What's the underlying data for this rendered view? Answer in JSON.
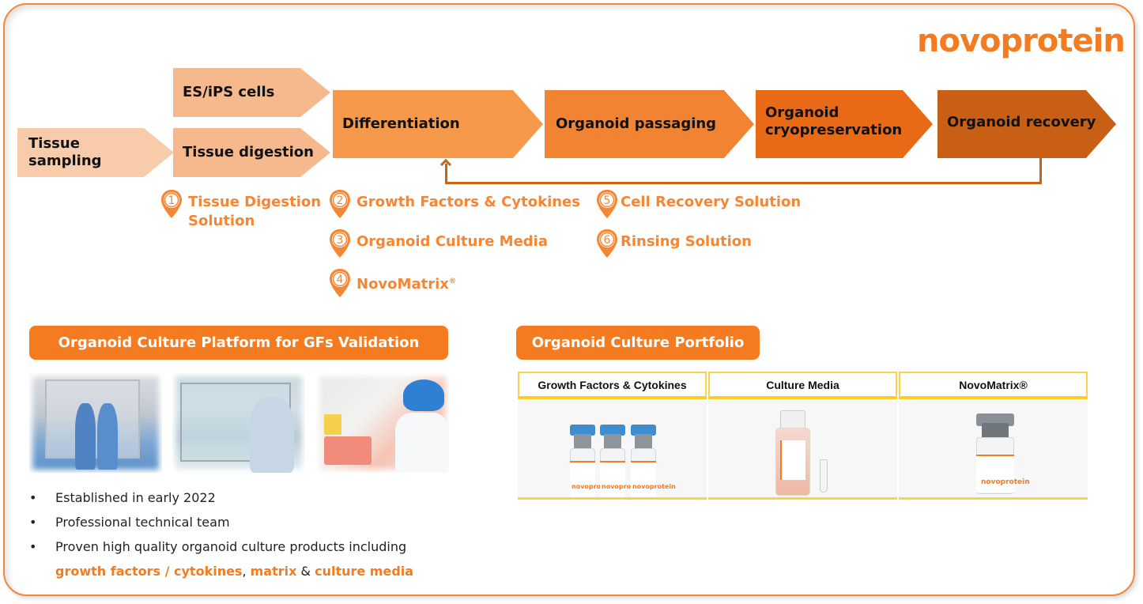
{
  "brand": {
    "logo_text": "novoprotein",
    "accent_color": "#f47b20"
  },
  "workflow": {
    "steps": [
      {
        "id": "tissue-sampling",
        "label": "Tissue sampling",
        "color": "#f8ccaa"
      },
      {
        "id": "es-ips-cells",
        "label": "ES/iPS cells",
        "color": "#f6b98d"
      },
      {
        "id": "tissue-digestion",
        "label": "Tissue digestion",
        "color": "#f6b98d"
      },
      {
        "id": "differentiation",
        "label": "Differentiation",
        "color": "#f7994a"
      },
      {
        "id": "organoid-passaging",
        "label": "Organoid passaging",
        "color": "#f08432"
      },
      {
        "id": "organoid-cryopreservation",
        "label": "Organoid cryopreservation",
        "color": "#e86a17"
      },
      {
        "id": "organoid-recovery",
        "label": "Organoid recovery",
        "color": "#c95f14"
      }
    ],
    "feedback_arrow": {
      "from": "Organoid recovery",
      "to": "Differentiation"
    }
  },
  "products": [
    {
      "num": "1",
      "label": "Tissue Digestion Solution",
      "line1": "Tissue Digestion",
      "line2": "Solution"
    },
    {
      "num": "2",
      "label": "Growth Factors & Cytokines"
    },
    {
      "num": "3",
      "label": "Organoid Culture Media"
    },
    {
      "num": "4",
      "label": "NovoMatrix",
      "mark": "®"
    },
    {
      "num": "5",
      "label": "Cell Recovery Solution"
    },
    {
      "num": "6",
      "label": "Rinsing Solution"
    }
  ],
  "platform": {
    "title": "Organoid Culture Platform for GFs Validation",
    "photos": [
      "cleanroom-staff-photo",
      "biosafety-cabinet-photo",
      "lab-pipetting-photo"
    ],
    "bullets": [
      "Established in early 2022",
      "Professional technical team",
      "Proven high quality organoid culture products including"
    ],
    "highlight_line": {
      "part1": "growth factors / cytokines",
      "sep1": ", ",
      "part2": "matrix",
      "sep2": " & ",
      "part3": "culture media"
    }
  },
  "portfolio": {
    "title": "Organoid Culture Portfolio",
    "columns": [
      {
        "title": "Growth Factors & Cytokines",
        "image": "three-vials-blue-caps"
      },
      {
        "title": "Culture Media",
        "image": "media-bottle-and-tube"
      },
      {
        "title": "NovoMatrix®",
        "image": "single-vial-grey-cap"
      }
    ],
    "vial_brand": "novoprotein"
  }
}
